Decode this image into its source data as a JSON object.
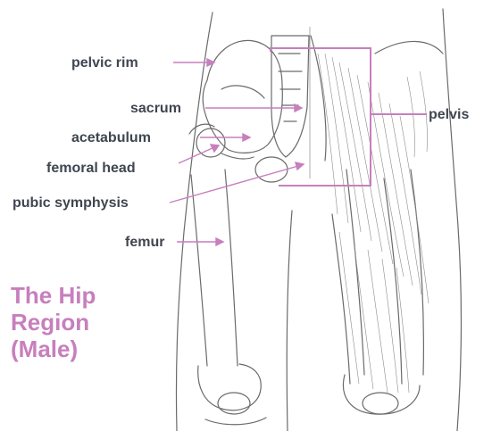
{
  "labels": {
    "pelvic_rim": "pelvic rim",
    "sacrum": "sacrum",
    "acetabulum": "acetabulum",
    "femoral_head": "femoral head",
    "pubic_symphysis": "pubic symphysis",
    "femur": "femur",
    "pelvis": "pelvis"
  },
  "title": {
    "line1": "The Hip",
    "line2": "Region",
    "line3": "(Male)"
  },
  "colors": {
    "accent": "#c77fbd",
    "label_text": "#3f4650",
    "sketch": "#6a6a6a",
    "muscle": "#8a8a8a"
  }
}
